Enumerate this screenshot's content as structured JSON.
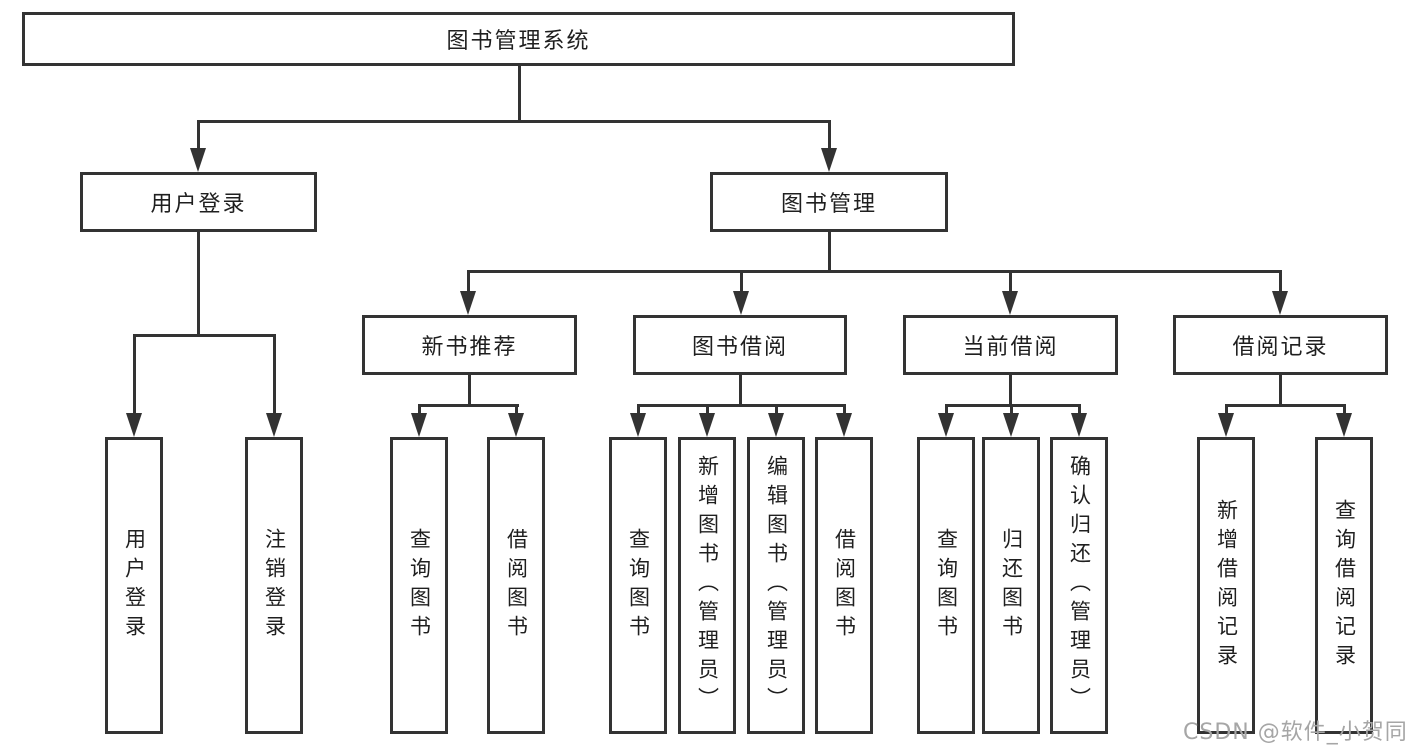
{
  "root": {
    "label": "图书管理系统"
  },
  "branches": {
    "user_login": {
      "label": "用户登录",
      "children": {
        "login": "用户登录",
        "logout": "注销登录"
      }
    },
    "book_management": {
      "label": "图书管理",
      "sections": {
        "new_book_recommend": {
          "label": "新书推荐",
          "children": {
            "query_books": "查询图书",
            "borrow_books": "借阅图书"
          }
        },
        "book_borrowing": {
          "label": "图书借阅",
          "children": {
            "query_books": "查询图书",
            "add_books_admin": "新增图书（管理员）",
            "edit_books_admin": "编辑图书（管理员）",
            "borrow_books": "借阅图书"
          }
        },
        "current_borrowing": {
          "label": "当前借阅",
          "children": {
            "query_books": "查询图书",
            "return_books": "归还图书",
            "confirm_return_admin": "确认归还（管理员）"
          }
        },
        "borrowing_records": {
          "label": "借阅记录",
          "children": {
            "add_record": "新增借阅记录",
            "query_record": "查询借阅记录"
          }
        }
      }
    }
  },
  "watermark": "CSDN @软件_小贺同学",
  "colors": {
    "line": "#333333",
    "box_border": "#333333",
    "text": "#1f1f1f",
    "watermark": "#a6a6a6",
    "background": "#ffffff"
  }
}
